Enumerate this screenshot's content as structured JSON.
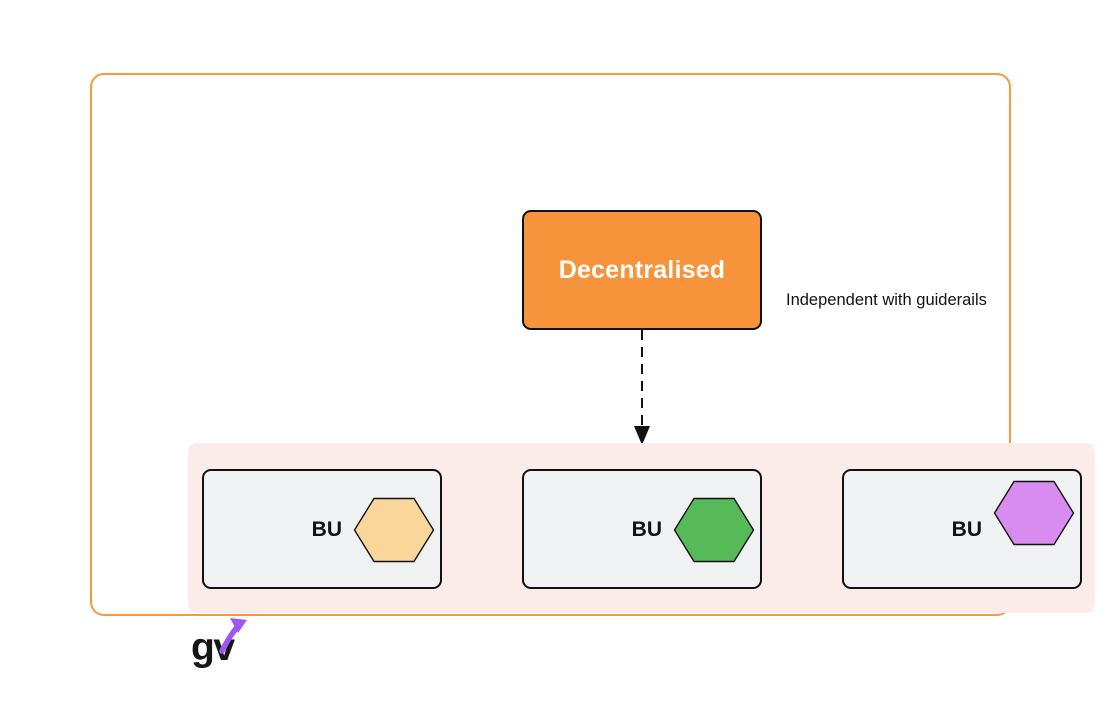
{
  "diagram": {
    "root_node": {
      "label": "Decentralised",
      "fill": "#F7933B",
      "text_color": "#FFFFFF"
    },
    "annotation": "Independent with guiderails",
    "connector": {
      "style": "dashed",
      "color": "#111111"
    },
    "band_fill": "#FBECEA",
    "cards": [
      {
        "label": "BU",
        "hex_fill": "#FBD69A",
        "hex_icon": "peach-hexagon-icon"
      },
      {
        "label": "BU",
        "hex_fill": "#57BA58",
        "hex_icon": "green-hexagon-icon"
      },
      {
        "label": "BU",
        "hex_fill": "#D98CEF",
        "hex_icon": "purple-hexagon-icon"
      }
    ]
  },
  "logo": {
    "text": "gv",
    "arrow_color": "#A155F2"
  },
  "colors": {
    "frame_border": "#F8993C",
    "card_fill": "#F0F1F3",
    "card_border": "#111111",
    "text": "#111111",
    "background": "#FFFFFF"
  }
}
